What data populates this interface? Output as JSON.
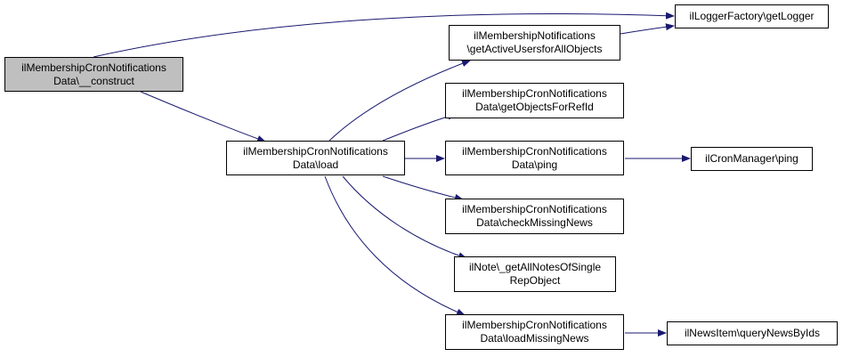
{
  "colors": {
    "edge": "#191970",
    "root_fill": "#bfbfbf",
    "node_fill": "#ffffff",
    "border": "#000000"
  },
  "nodes": {
    "construct": {
      "line1": "ilMembershipCronNotifications",
      "line2": "Data\\__construct"
    },
    "load": {
      "line1": "ilMembershipCronNotifications",
      "line2": "Data\\load"
    },
    "get_logger": {
      "line1": "ilLoggerFactory\\getLogger"
    },
    "get_active_users": {
      "line1": "ilMembershipNotifications",
      "line2": "\\getActiveUsersforAllObjects"
    },
    "get_objects": {
      "line1": "ilMembershipCronNotifications",
      "line2": "Data\\getObjectsForRefId"
    },
    "ping": {
      "line1": "ilMembershipCronNotifications",
      "line2": "Data\\ping"
    },
    "cron_ping": {
      "line1": "ilCronManager\\ping"
    },
    "check_missing": {
      "line1": "ilMembershipCronNotifications",
      "line2": "Data\\checkMissingNews"
    },
    "get_all_notes": {
      "line1": "ilNote\\_getAllNotesOfSingle",
      "line2": "RepObject"
    },
    "load_missing": {
      "line1": "ilMembershipCronNotifications",
      "line2": "Data\\loadMissingNews"
    },
    "query_news": {
      "line1": "ilNewsItem\\queryNewsByIds"
    }
  },
  "edges": [
    {
      "from": "construct",
      "to": "get_logger"
    },
    {
      "from": "construct",
      "to": "load"
    },
    {
      "from": "load",
      "to": "get_active_users"
    },
    {
      "from": "load",
      "to": "get_objects"
    },
    {
      "from": "load",
      "to": "ping"
    },
    {
      "from": "load",
      "to": "check_missing"
    },
    {
      "from": "load",
      "to": "get_all_notes"
    },
    {
      "from": "load",
      "to": "load_missing"
    },
    {
      "from": "get_active_users",
      "to": "get_logger"
    },
    {
      "from": "ping",
      "to": "cron_ping"
    },
    {
      "from": "load_missing",
      "to": "query_news"
    }
  ]
}
